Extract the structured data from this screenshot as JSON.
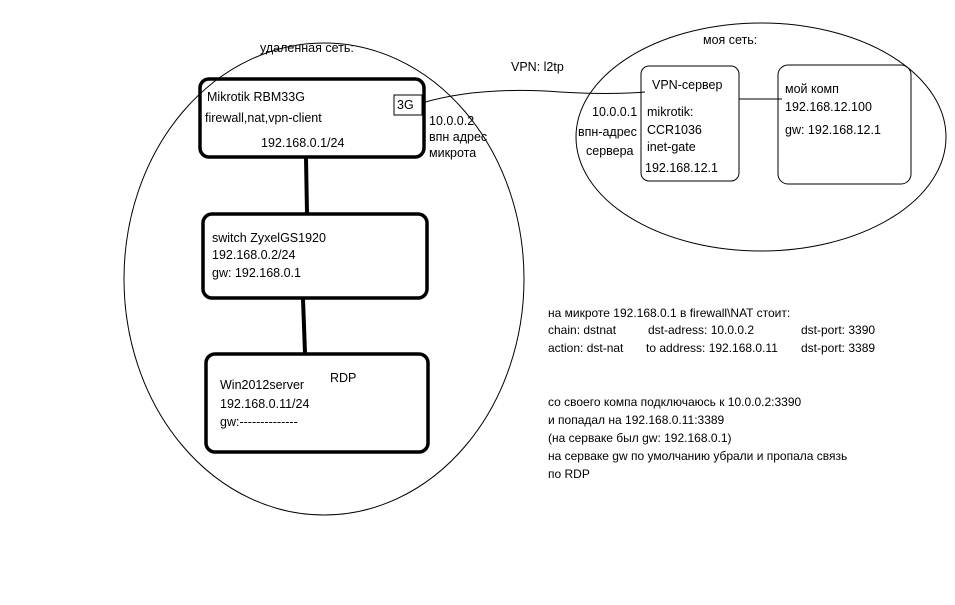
{
  "remote_network": {
    "label": "удаленная сеть:",
    "router": {
      "name": "Mikrotik RBM33G",
      "roles": "firewall,nat,vpn-client",
      "ip": "192.168.0.1/24",
      "port_label": "3G",
      "vpn_ip": "10.0.0.2",
      "vpn_ip_desc_1": "впн адрес",
      "vpn_ip_desc_2": "микрота"
    },
    "switch": {
      "name": "switch ZyxelGS1920",
      "ip": "192.168.0.2/24",
      "gw": "gw: 192.168.0.1"
    },
    "server": {
      "name": "Win2012server",
      "ip": "192.168.0.11/24",
      "gw": "gw:--------------",
      "service": "RDP"
    }
  },
  "vpn_link": {
    "label": "VPN: l2tp"
  },
  "my_network": {
    "label": "моя сеть:",
    "vpn_server": {
      "title": "VPN-сервер",
      "line1": "mikrotik:",
      "line2": "CCR1036",
      "line3": "inet-gate",
      "line4": "192.168.12.1",
      "ip": "10.0.0.1",
      "ip_desc_1": "впн-адрес",
      "ip_desc_2": "сервера"
    },
    "my_pc": {
      "title": "мой комп",
      "ip": "192.168.12.100",
      "gw": "gw: 192.168.12.1"
    }
  },
  "notes": {
    "nat_heading": "на микроте 192.168.0.1 в firewall\\NAT стоит:",
    "rule1": {
      "chain": "chain: dstnat",
      "addr": "dst-adress: 10.0.0.2",
      "port": "dst-port: 3390"
    },
    "rule2": {
      "chain": "action: dst-nat",
      "addr": "to address: 192.168.0.11",
      "port": "dst-port: 3389"
    },
    "lines": [
      "со своего компа подключаюсь к 10.0.0.2:3390",
      "и попадал на 192.168.0.11:3389",
      "(на серваке был gw: 192.168.0.1)",
      "на серваке gw по умолчанию убрали и пропала связь",
      "по RDP"
    ]
  }
}
